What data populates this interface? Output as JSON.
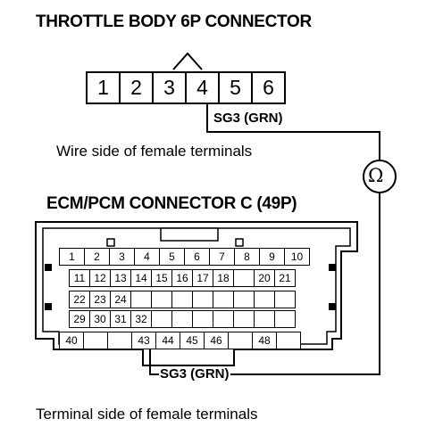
{
  "throttle": {
    "title": "THROTTLE BODY 6P CONNECTOR",
    "pins": [
      "1",
      "2",
      "3",
      "4",
      "5",
      "6"
    ],
    "wire_label": "SG3 (GRN)",
    "caption": "Wire side of female terminals"
  },
  "meter": {
    "symbol": "Ω"
  },
  "ecm": {
    "title": "ECM/PCM CONNECTOR C (49P)",
    "rows": [
      [
        "1",
        "2",
        "3",
        "4",
        "5",
        "6",
        "7",
        "8",
        "9",
        "10"
      ],
      [
        "11",
        "12",
        "13",
        "14",
        "15",
        "16",
        "17",
        "18",
        "",
        "20",
        "21"
      ],
      [
        "22",
        "23",
        "24",
        "",
        "",
        "",
        "",
        "",
        "",
        "",
        ""
      ],
      [
        "29",
        "30",
        "31",
        "32",
        "",
        "",
        "",
        "",
        "",
        "",
        ""
      ],
      [
        "40",
        "",
        "",
        "43",
        "44",
        "45",
        "46",
        "",
        "48",
        ""
      ]
    ],
    "wire_label": "SG3 (GRN)",
    "caption": "Terminal side of female terminals"
  }
}
